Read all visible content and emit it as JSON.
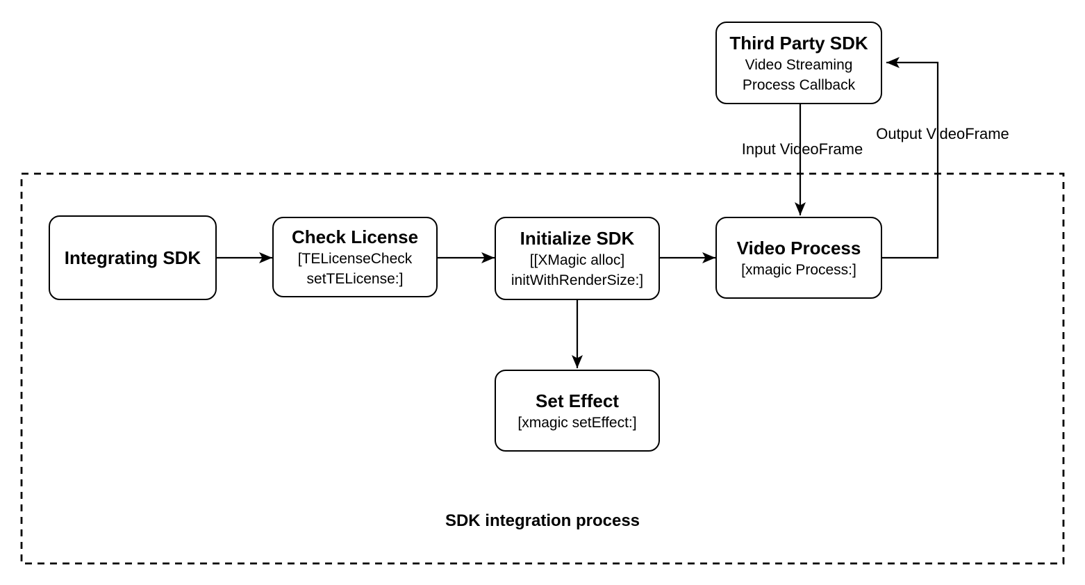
{
  "caption": "SDK integration process",
  "nodes": {
    "third_party_sdk": {
      "title": "Third Party SDK",
      "lines": [
        "Video Streaming",
        "Process Callback"
      ]
    },
    "integrating_sdk": {
      "title": "Integrating SDK",
      "lines": []
    },
    "check_license": {
      "title": "Check License",
      "lines": [
        "[TELicenseCheck",
        "setTELicense:]"
      ]
    },
    "initialize_sdk": {
      "title": "Initialize SDK",
      "lines": [
        "[[XMagic alloc]",
        "initWithRenderSize:]"
      ]
    },
    "video_process": {
      "title": "Video Process",
      "lines": [
        "[xmagic Process:]"
      ]
    },
    "set_effect": {
      "title": "Set Effect",
      "lines": [
        "[xmagic setEffect:]"
      ]
    }
  },
  "edge_labels": {
    "input": "Input VideoFrame",
    "output": "Output VideoFrame"
  },
  "colors": {
    "stroke": "#000000",
    "background": "#ffffff",
    "text": "#000000"
  }
}
